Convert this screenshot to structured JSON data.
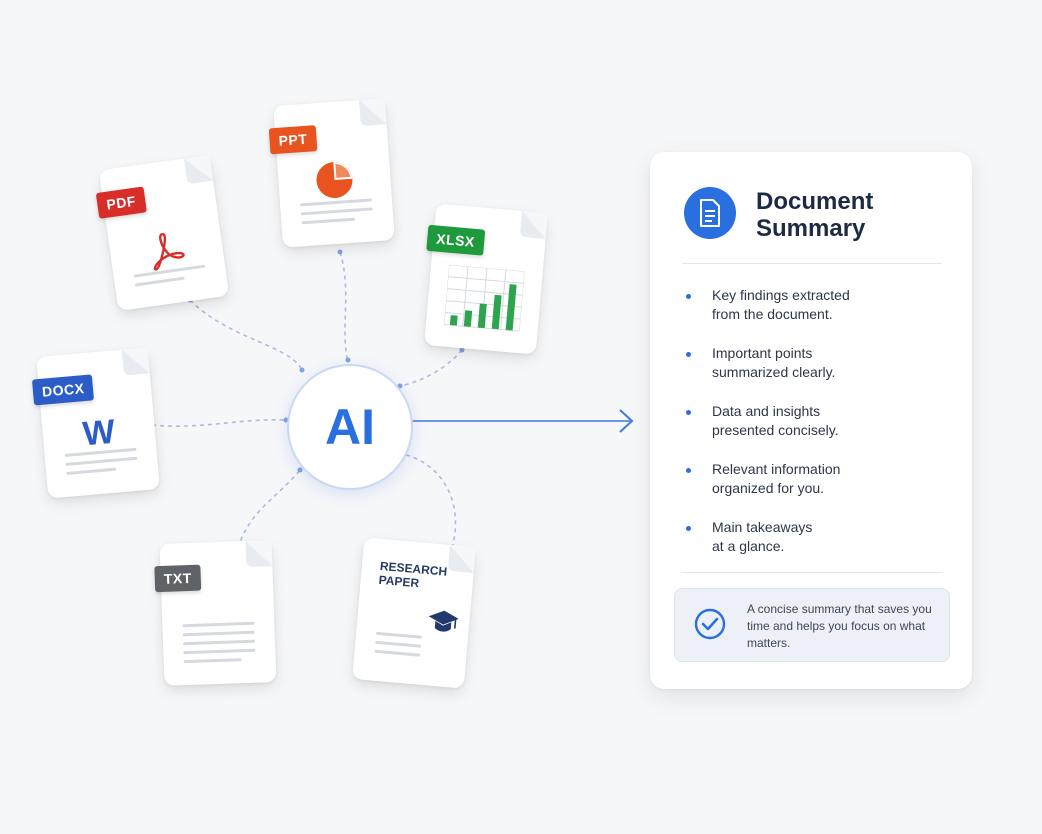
{
  "documents": {
    "pdf": {
      "tag": "PDF",
      "color": "#d92d2a",
      "icon": "pdf-acrobat-icon"
    },
    "ppt": {
      "tag": "PPT",
      "color": "#e8531f",
      "icon": "pie-chart-icon"
    },
    "xlsx": {
      "tag": "XLSX",
      "color": "#1e9a3c",
      "icon": "bar-chart-icon"
    },
    "docx": {
      "tag": "DOCX",
      "color": "#2b5cc7",
      "icon": "word-icon",
      "letter": "W"
    },
    "txt": {
      "tag": "TXT",
      "color": "#5f6368",
      "icon": "text-lines-icon"
    },
    "research_paper": {
      "title_line1": "RESEARCH",
      "title_line2": "PAPER",
      "icon": "graduation-cap-icon"
    }
  },
  "hub": {
    "label": "AI",
    "color": "#2a6fe0"
  },
  "summary": {
    "title": "Document Summary",
    "icon": "document-icon",
    "points": [
      {
        "line1": "Key findings extracted",
        "line2": "from the document."
      },
      {
        "line1": "Important points",
        "line2": "summarized clearly."
      },
      {
        "line1": "Data and insights",
        "line2": "presented concisely."
      },
      {
        "line1": "Relevant information",
        "line2": "organized for you."
      },
      {
        "line1": "Main takeaways",
        "line2": "at a glance."
      }
    ],
    "note": {
      "icon": "check-circle-icon",
      "text": "A concise summary that saves you time and helps you focus on what matters."
    }
  }
}
